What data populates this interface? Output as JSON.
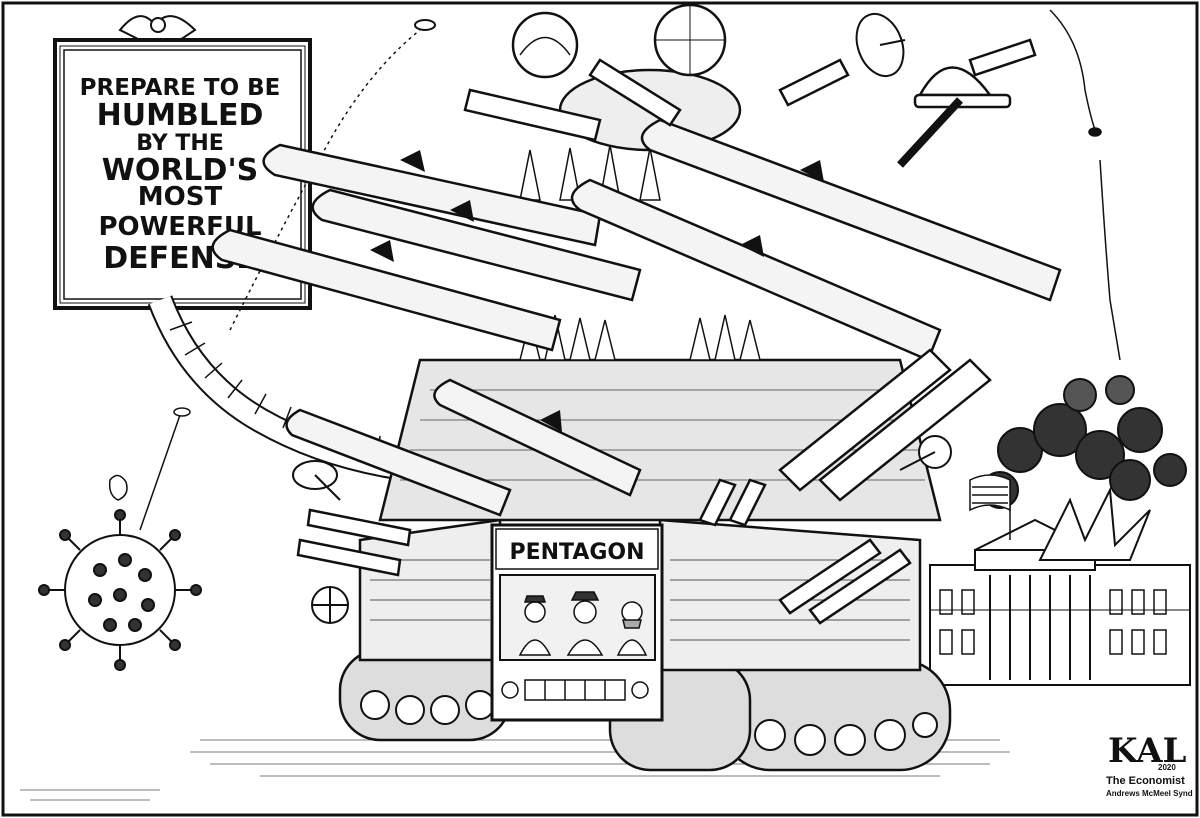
{
  "sign": {
    "lines": [
      "PREPARE TO BE",
      "HUMBLED",
      "BY THE",
      "WORLD'S",
      "MOST",
      "POWERFUL",
      "DEFENSE"
    ]
  },
  "vehicle": {
    "label": "PENTAGON"
  },
  "signature": {
    "artist": "KAL",
    "year": "2020",
    "publication": "The Economist",
    "syndicate": "Andrews McMeel Synd"
  },
  "colors": {
    "ink": "#111111",
    "paper": "#ffffff",
    "shade": "#d8d8d8"
  }
}
